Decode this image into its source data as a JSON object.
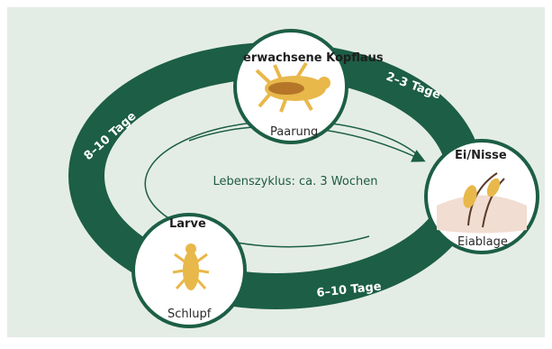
{
  "diagram": {
    "center_label": "Lebenszyklus: ca. 3 Wochen",
    "nodes": {
      "adult": {
        "title": "erwachsene Kopflaus",
        "subtitle": "Paarung"
      },
      "egg": {
        "title": "Ei/Nisse",
        "subtitle": "Eiablage"
      },
      "larva": {
        "title": "Larve",
        "subtitle": "Schlupf"
      }
    },
    "edges": {
      "adult_to_egg": "2–3 Tage",
      "egg_to_larva": "6–10 Tage",
      "larva_to_adult": "8–10 Tage"
    }
  },
  "colors": {
    "background": "#e4ede5",
    "ring": "#1c5e46",
    "circle_fill": "#ffffff",
    "louse_body": "#e8b84a",
    "louse_dark": "#b5762a",
    "skin": "#f1ddd2"
  },
  "icons": [
    "adult-louse-icon",
    "nit-on-hair-icon",
    "larva-icon"
  ]
}
